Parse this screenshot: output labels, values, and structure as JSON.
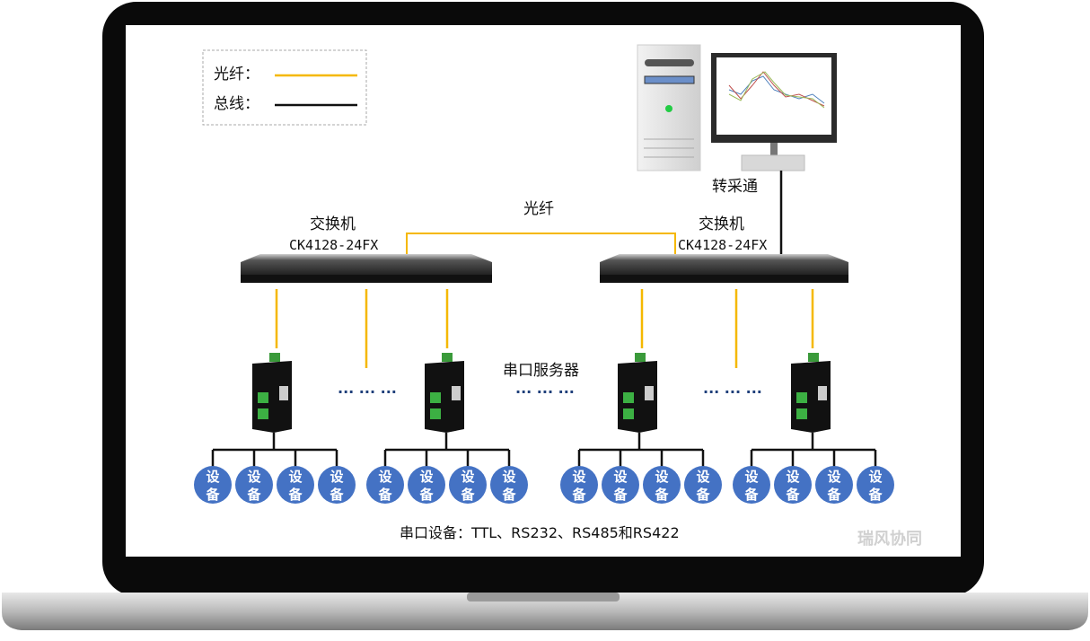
{
  "legend": {
    "fiber_label": "光纤：",
    "bus_label": "总线：",
    "fiber_color": "#f5b800",
    "bus_color": "#111111"
  },
  "fiber_link_label": "光纤",
  "switches": [
    {
      "title": "交换机",
      "model": "CK4128-24FX"
    },
    {
      "title": "交换机",
      "model": "CK4128-24FX"
    }
  ],
  "pc_label": "转采通",
  "server_label": "串口服务器",
  "ellipsis": "··· ··· ···",
  "device_label_top": "设",
  "device_label_bottom": "备",
  "footer": "串口设备：TTL、RS232、RS485和RS422",
  "watermark": "瑞风协同",
  "colors": {
    "device_fill": "#4472c4",
    "bezel": "#0a0a0a"
  }
}
